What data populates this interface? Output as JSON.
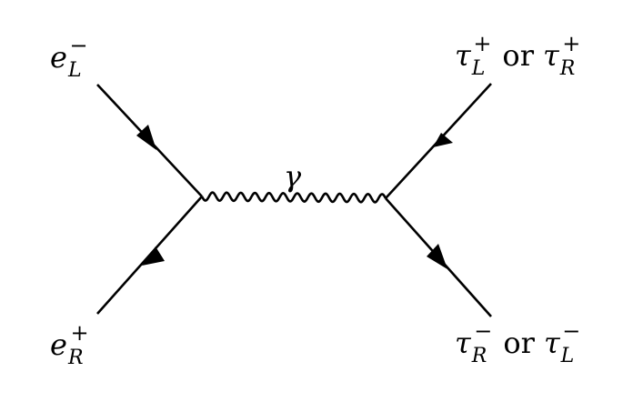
{
  "diagram": {
    "type": "feynman",
    "background": "#ffffff",
    "ink": "#000000",
    "propagator_label": "γ",
    "particles": {
      "top_left": {
        "sym": "e",
        "sub": "L",
        "sup": "−"
      },
      "bottom_left": {
        "sym": "e",
        "sub": "R",
        "sup": "+"
      },
      "top_right": [
        {
          "sym": "τ",
          "sub": "L",
          "sup": "+"
        },
        {
          "sym": "τ",
          "sub": "R",
          "sup": "+"
        }
      ],
      "bottom_right": [
        {
          "sym": "τ",
          "sub": "R",
          "sup": "−"
        },
        {
          "sym": "τ",
          "sub": "L",
          "sup": "−"
        }
      ]
    },
    "connector": "or",
    "edges": [
      {
        "name": "incoming-electron-line",
        "kind": "fermion",
        "arrow": "toward-vertex"
      },
      {
        "name": "incoming-positron-line",
        "kind": "fermion",
        "arrow": "away-from-vertex"
      },
      {
        "name": "photon-propagator",
        "kind": "photon"
      },
      {
        "name": "outgoing-tau-top-line",
        "kind": "fermion",
        "arrow": "toward-vertex"
      },
      {
        "name": "outgoing-tau-bottom-line",
        "kind": "fermion",
        "arrow": "away-from-vertex"
      }
    ]
  }
}
